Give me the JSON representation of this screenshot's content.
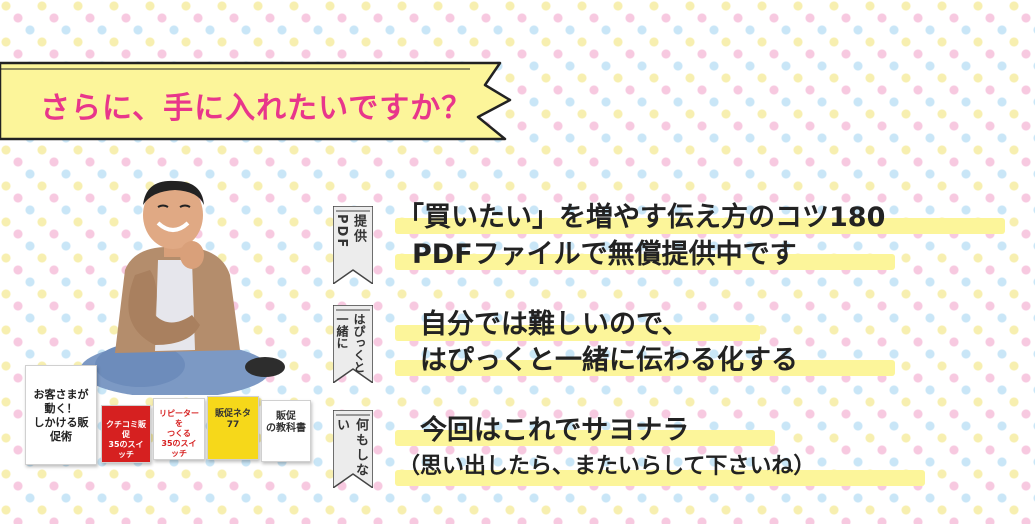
{
  "banner": {
    "text": "さらに、手に入れたいですか？",
    "color": "#e8368b",
    "fill": "#fcf59a"
  },
  "books": [
    {
      "title": "お客さまが動く！\nしかける販促術",
      "color": "#ffffff"
    },
    {
      "title": "クチコミ販促\n35のスイッチ",
      "color": "#d62020"
    },
    {
      "title": "リピーターを\nつくる\n35のスイッチ",
      "color": "#ffffff"
    },
    {
      "title": "販促ネタ\n77",
      "color": "#f6d81a"
    },
    {
      "title": "販促\nの教科書",
      "color": "#ffffff"
    }
  ],
  "sections": [
    {
      "tag": "提供PDF",
      "line1": "「買いたい」を増やす伝え方のコツ180",
      "line2": "PDFファイルで無償提供中です"
    },
    {
      "tag": "はぴっくと一緒に",
      "line1": "自分では難しいので、",
      "line2": "はぴっくと一緒に伝わる化する"
    },
    {
      "tag": "何もしない",
      "line1": "今回はこれでサヨナラ",
      "line2": "（思い出したら、またいらして下さいね）"
    }
  ],
  "colors": {
    "highlight": "#fcf59a",
    "tag_fill": "#ececec",
    "accent_pink": "#e8368b"
  }
}
